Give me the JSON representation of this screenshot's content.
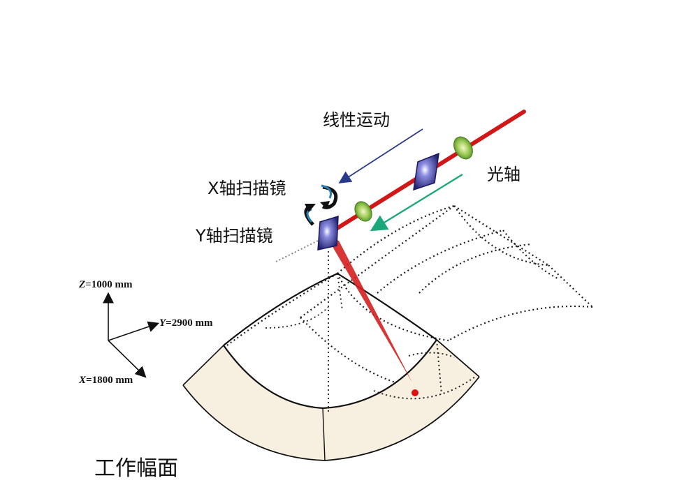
{
  "labels": {
    "linear_motion": "线性运动",
    "optical_axis": "光轴",
    "x_scan_mirror": "X轴扫描镜",
    "y_scan_mirror": "Y轴扫描镜",
    "work_surface": "工作幅面"
  },
  "axes": {
    "z": {
      "letter": "Z",
      "value": "=1000 mm"
    },
    "y": {
      "letter": "Y",
      "value": "=2900 mm"
    },
    "x": {
      "letter": "X",
      "value": "=1800 mm"
    }
  },
  "colors": {
    "laser_beam": "#d01818",
    "motion_arrow_blue": "#2a3a8a",
    "motion_arrow_green": "#1aa87a",
    "surface_fill": "#f7f0e1",
    "mirror_fill": "#2b2a7a",
    "lens_fill": "#7fbf3a",
    "rotation_arrow": "#2a7fb0"
  },
  "icons": {
    "rotation_arrow_x": "curved-rotation-arrow-icon",
    "rotation_arrow_y": "curved-rotation-arrow-icon",
    "scan_mirror": "scan-mirror-icon",
    "focus_lens": "lens-icon",
    "laser_spot": "laser-spot-icon"
  }
}
